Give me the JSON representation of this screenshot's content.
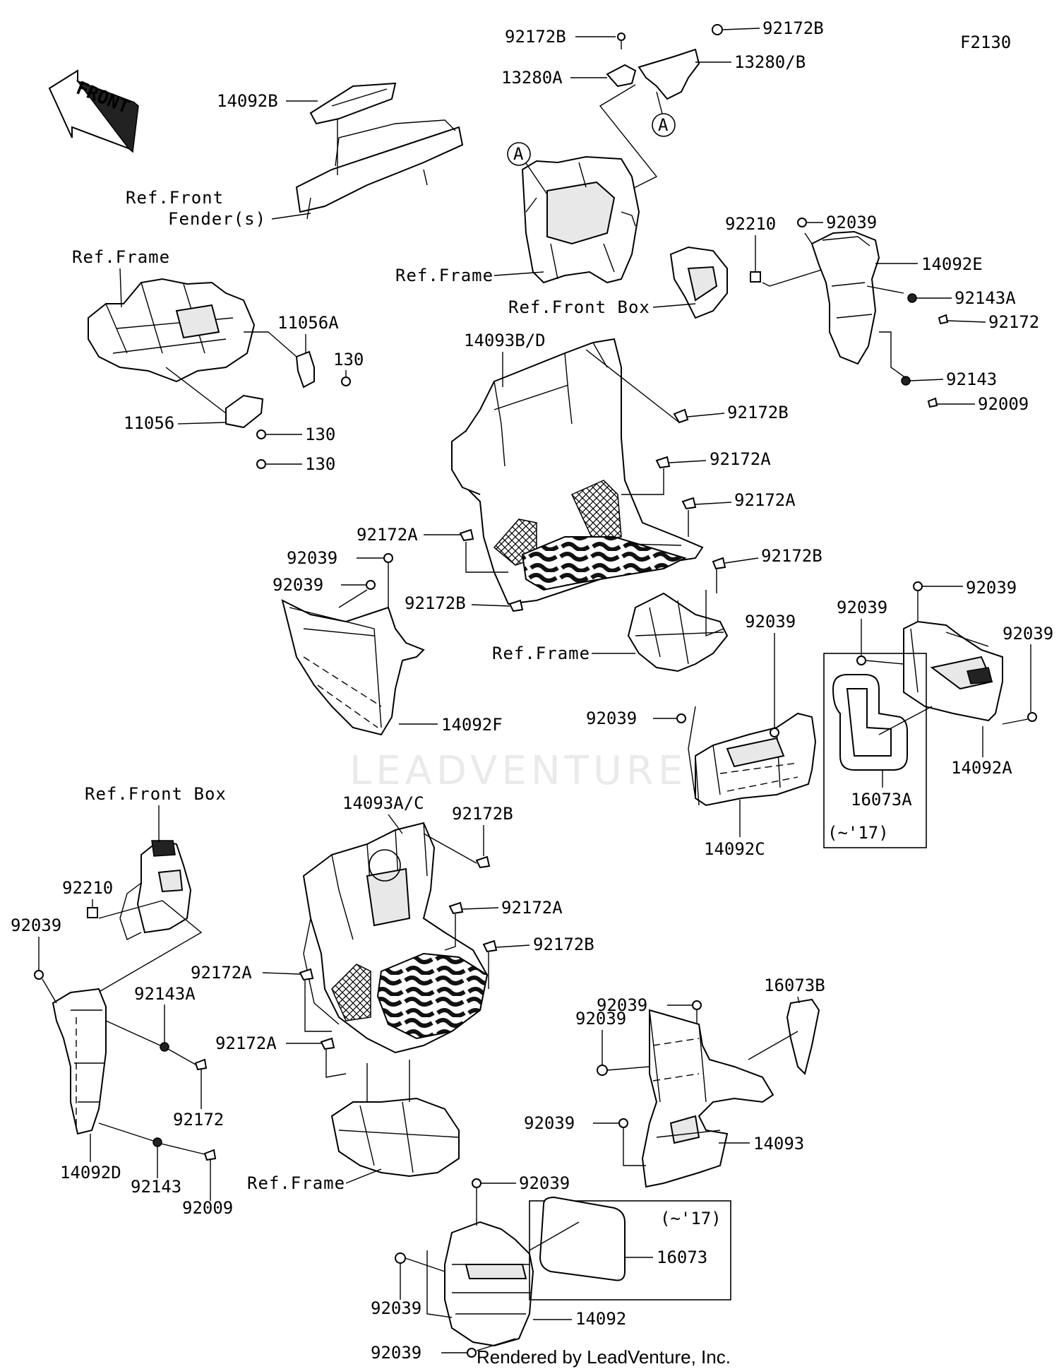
{
  "diagram_code": "F2130",
  "front_arrow": "FRONT",
  "watermark": "LEADVENTURE",
  "credit": "Rendered by LeadVenture, Inc.",
  "refs": {
    "front_fenders": [
      "Ref.Front",
      "Fender(s)"
    ],
    "frame": "Ref.Frame",
    "front_box": "Ref.Front Box"
  },
  "markers": {
    "a": "A"
  },
  "notes": {
    "until_2017": "(~'17)"
  },
  "parts": {
    "p14092B": "14092B",
    "p92172B": "92172B",
    "p13280A": "13280A",
    "p13280B": "13280/B",
    "p11056A": "11056A",
    "p11056": "11056",
    "p130": "130",
    "p92210": "92210",
    "p92039": "92039",
    "p14092E": "14092E",
    "p92143A": "92143A",
    "p92172": "92172",
    "p92143": "92143",
    "p92009": "92009",
    "p14093BD": "14093B/D",
    "p92172A": "92172A",
    "p14092F": "14092F",
    "p14092A": "14092A",
    "p16073A": "16073A",
    "p14092C": "14092C",
    "p14093AC": "14093A/C",
    "p14092D": "14092D",
    "p16073B": "16073B",
    "p14093": "14093",
    "p16073": "16073",
    "p14092": "14092"
  }
}
